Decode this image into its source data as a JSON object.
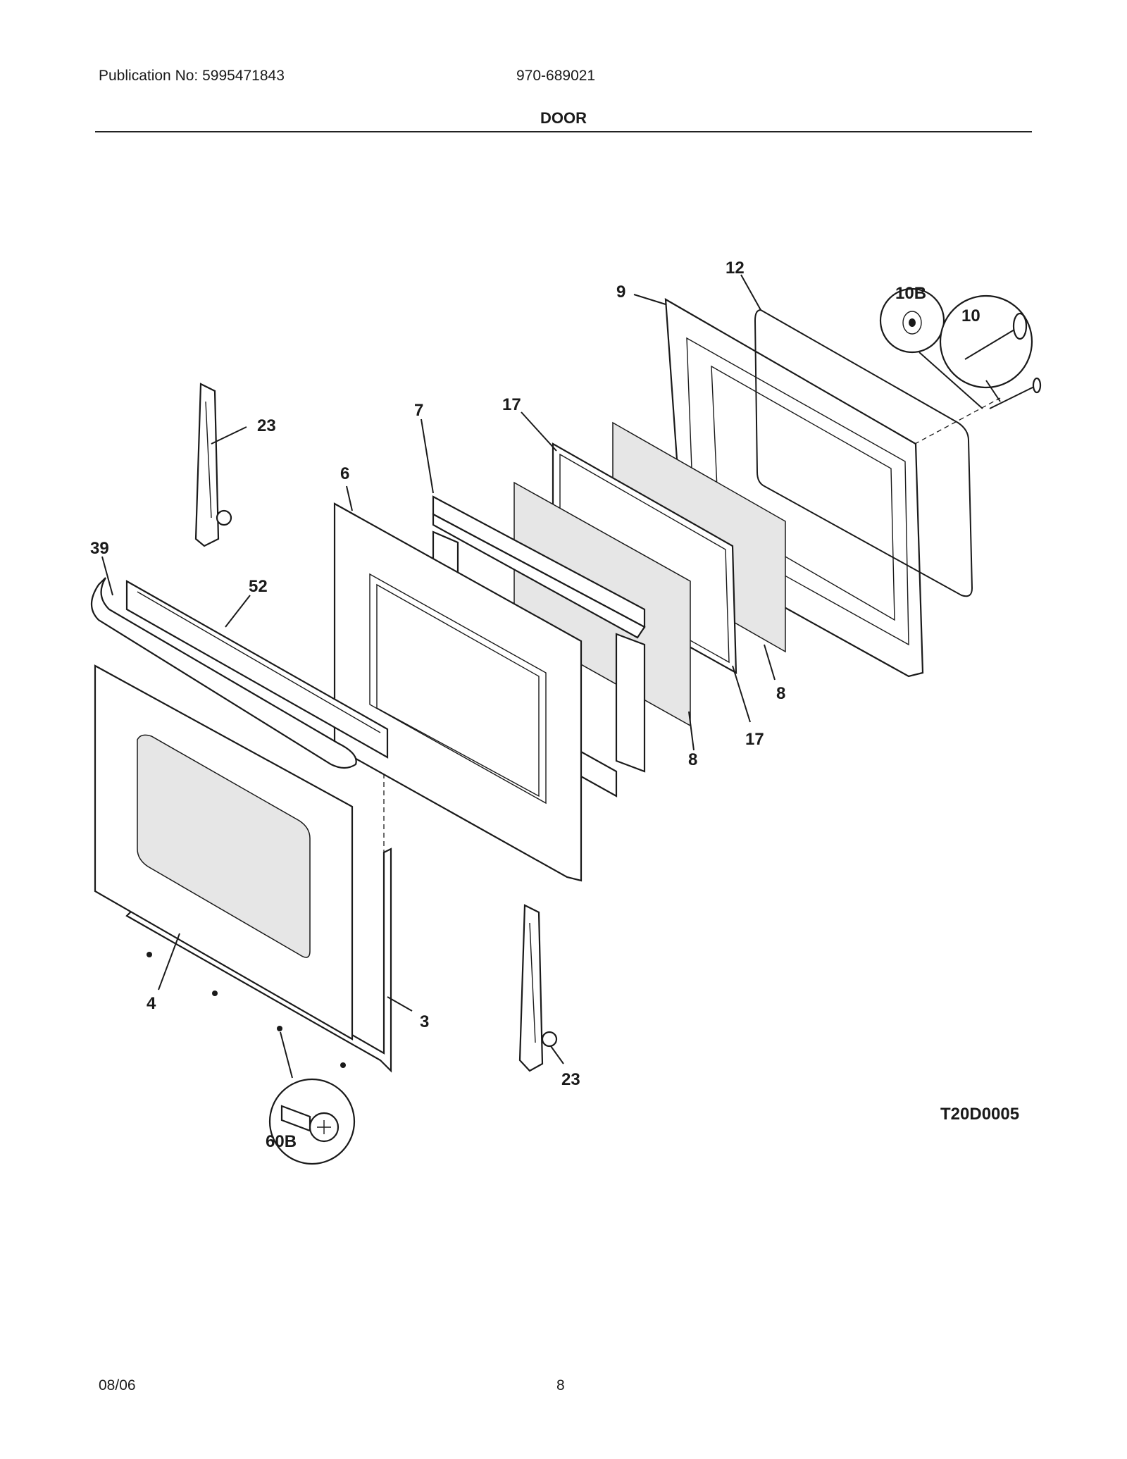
{
  "header": {
    "publication": "Publication No: 5995471843",
    "model": "970-689021",
    "title": "DOOR"
  },
  "callouts": {
    "p12": "12",
    "p9": "9",
    "p10b": "10B",
    "p10": "10",
    "p23_top": "23",
    "p7": "7",
    "p17_top": "17",
    "p6": "6",
    "p39": "39",
    "p52": "52",
    "p8_right": "8",
    "p8_mid": "8",
    "p17_bottom": "17",
    "p4": "4",
    "p3": "3",
    "p23_bottom": "23",
    "p60b": "60B"
  },
  "figure_id": "T20D0005",
  "footer": {
    "date": "08/06",
    "page": "8"
  }
}
